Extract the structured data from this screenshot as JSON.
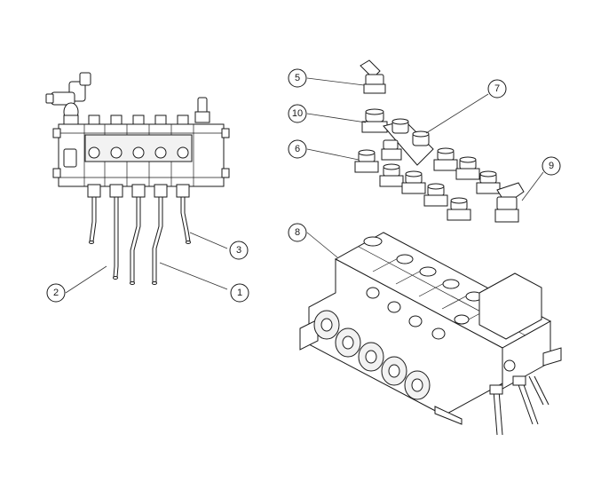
{
  "balloons": {
    "b1": "1",
    "b2": "2",
    "b3": "3",
    "b5": "5",
    "b6": "6",
    "b7": "7",
    "b8": "8",
    "b9": "9",
    "b10": "10"
  },
  "colors": {
    "line": "#1a1a1a",
    "background": "#ffffff"
  }
}
